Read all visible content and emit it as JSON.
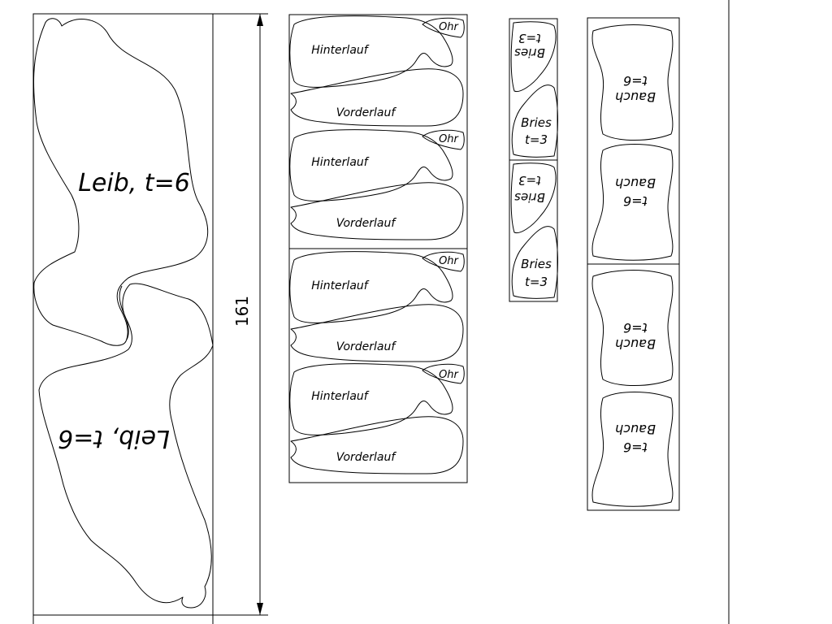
{
  "dimension": {
    "value": "161"
  },
  "leib": {
    "top": "Leib,  t=6",
    "bottom": "Leib,  t=6"
  },
  "legs": {
    "ohr": "Ohr",
    "hinterlauf": "Hinterlauf",
    "vorderlauf": "Vorderlauf"
  },
  "bries": {
    "name": "Bries",
    "thickness": "t=3"
  },
  "bauch": {
    "name": "Bauch",
    "thickness": "t=6"
  },
  "colors": {
    "stroke": "#000000",
    "background": "#ffffff"
  }
}
